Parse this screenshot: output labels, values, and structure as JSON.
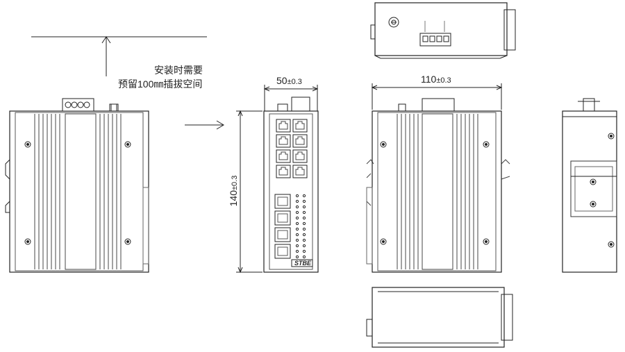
{
  "note": {
    "line1": "安装时需要",
    "line2": "预留100㎜插拔空间"
  },
  "dimensions": {
    "width_front": {
      "value": "50",
      "tol": "±0.3"
    },
    "height": {
      "value": "140",
      "tol": "±0.3"
    },
    "depth": {
      "value": "110",
      "tol": "±0.3"
    }
  },
  "brand_label": "STBE",
  "icons": [
    "ground-screw-icon",
    "din-rail-clip-icon",
    "terminal-block-icon",
    "rj45-port-icon",
    "sfp-port-icon",
    "led-indicator-icon"
  ]
}
